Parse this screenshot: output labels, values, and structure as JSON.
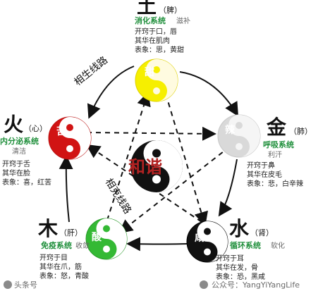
{
  "center_label": "和谐",
  "routes": {
    "generating": "相生线路",
    "restraining": "相克线路"
  },
  "elements": {
    "earth": {
      "name": "土",
      "organ": "（脾）",
      "system": "消化系统",
      "effect": "滋补",
      "lines": [
        "开窍于口，唇",
        "其华在肌肉",
        "表象：思，黄甜"
      ],
      "taste": "甜",
      "color": "#f6ef00"
    },
    "metal": {
      "name": "金",
      "organ": "（肺）",
      "system": "呼吸系统",
      "effect": "利汗",
      "lines": [
        "开窍于鼻",
        "其华在皮毛",
        "表象：悲，白辛辣"
      ],
      "taste": "辣",
      "color": "#d9d9d9"
    },
    "fire": {
      "name": "火",
      "organ": "（心）",
      "system": "内分泌系统",
      "effect": "清洁",
      "lines": [
        "开窍于舌",
        "其华在脸",
        "表象：喜，红苦"
      ],
      "taste": "苦",
      "color": "#d11414"
    },
    "wood": {
      "name": "木",
      "organ": "（肝）",
      "system": "免疫系统",
      "effect": "收敛",
      "lines": [
        "开窍于目",
        "其华在爪，筋",
        "表象：怒，青酸"
      ],
      "taste": "酸",
      "color": "#34b934"
    },
    "water": {
      "name": "水",
      "organ": "（肾）",
      "system": "循环系统",
      "effect": "软化",
      "lines": [
        "开窍于耳",
        "其华在发，骨",
        "表象：恐，黑咸"
      ],
      "taste": "咸",
      "color": "#111111"
    }
  },
  "watermark": {
    "left": "头条号",
    "right": "公众号：YangYiYangLife"
  }
}
